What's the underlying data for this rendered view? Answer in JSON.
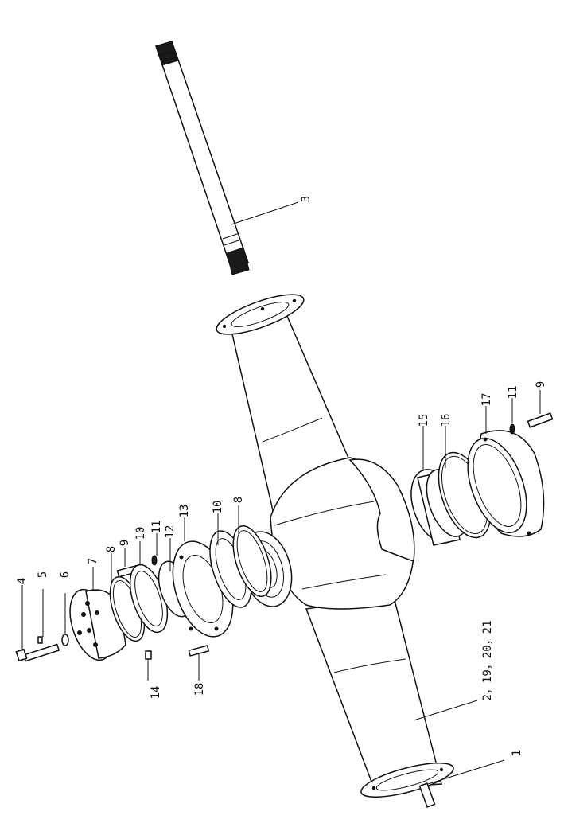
{
  "labels": {
    "p1": "1",
    "p2": "2，19，20，21",
    "p3": "3",
    "p4": "4",
    "p5": "5",
    "p6": "6",
    "p7": "7",
    "p8_left": "8",
    "p9_left": "9",
    "p10_left": "10",
    "p11_left": "11",
    "p12": "12",
    "p13": "13",
    "p10_right": "10",
    "p8_right": "8",
    "p14": "14",
    "p18": "18",
    "p15": "15",
    "p16": "16",
    "p17": "17",
    "p11_right": "11",
    "p9_right": "9"
  }
}
